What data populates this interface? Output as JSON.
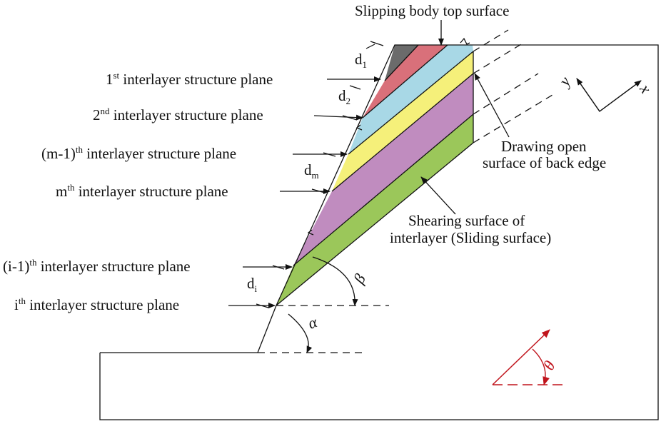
{
  "labels": {
    "top_surface": "Slipping body top surface",
    "plane_1": {
      "prefix": "1",
      "sup": "st",
      "text": " interlayer structure plane"
    },
    "plane_2": {
      "prefix": "2",
      "sup": "nd",
      "text": " interlayer structure plane"
    },
    "plane_m1": {
      "prefix": "(m-1)",
      "sup": "th",
      "text": " interlayer structure plane"
    },
    "plane_m": {
      "prefix": "m",
      "sup": "th",
      "text": " interlayer structure plane"
    },
    "plane_i1": {
      "prefix": "(i-1)",
      "sup": "th",
      "text": " interlayer structure plane"
    },
    "plane_i": {
      "prefix": "i",
      "sup": "th",
      "text": " interlayer structure plane"
    },
    "back_edge_1": "Drawing open",
    "back_edge_2": "surface of  back edge",
    "shear_1": "Shearing surface of",
    "shear_2": "interlayer (Sliding surface)"
  },
  "thickness": {
    "d1": {
      "base": "d",
      "sub": "1"
    },
    "d2": {
      "base": "d",
      "sub": "2"
    },
    "dm": {
      "base": "d",
      "sub": "m"
    },
    "di": {
      "base": "d",
      "sub": "i"
    }
  },
  "axes": {
    "x": "x",
    "y": "y"
  },
  "angles": {
    "alpha": "α",
    "beta": "β",
    "theta": "θ"
  },
  "colors": {
    "layer_1": "#6b6b6b",
    "layer_2": "#d9707a",
    "layer_3": "#a8d8e6",
    "layer_4": "#f5f07a",
    "layer_5": "#c08cbf",
    "layer_6": "#9bc75a",
    "theta_indicator": "#c0141c"
  }
}
